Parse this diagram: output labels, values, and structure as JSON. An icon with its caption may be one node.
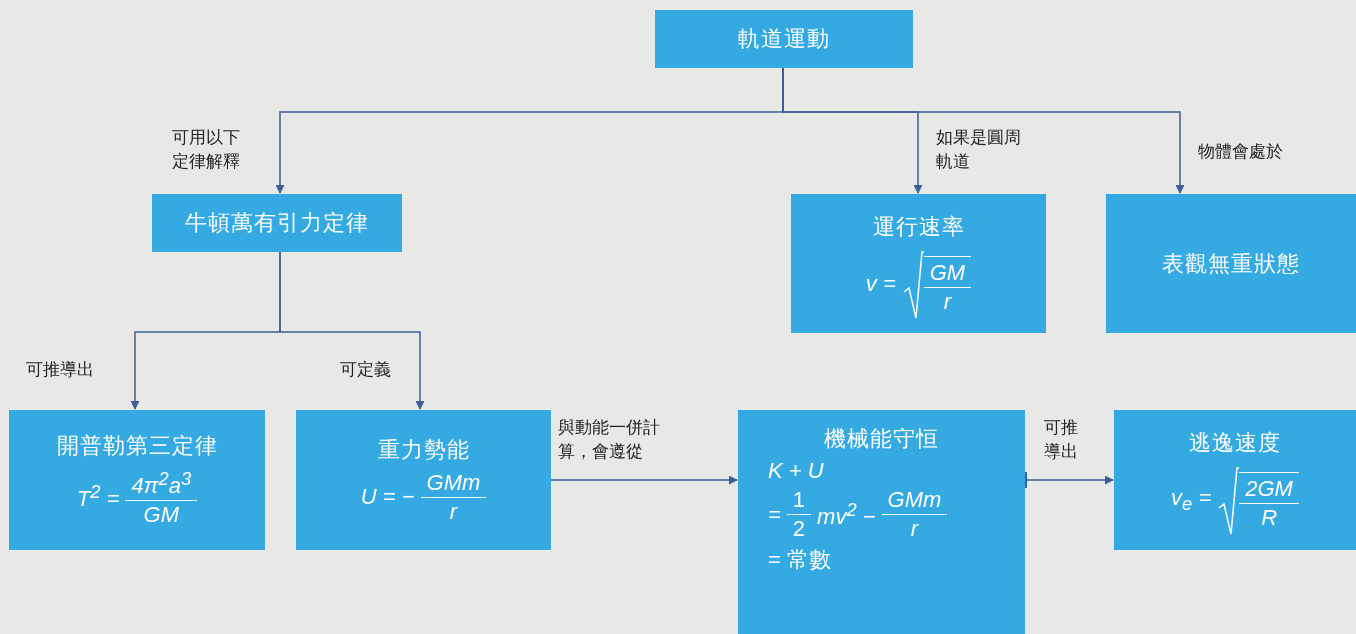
{
  "diagram": {
    "nodes": [
      {
        "text": [
          "軌道運動"
        ]
      },
      {
        "text": [
          "牛頓萬有引力定律"
        ]
      },
      {
        "text": [
          "運行速率",
          "v =",
          "GM",
          "r"
        ]
      },
      {
        "text": [
          "表觀無重狀態"
        ]
      },
      {
        "text": [
          "開普勒第三定律",
          "T$^{2}$ =",
          "4π$^{2}$a$^{3}$",
          "GM"
        ]
      },
      {
        "text": [
          "重力勢能",
          "U = −",
          "GMm",
          "r"
        ]
      },
      {
        "text": [
          "機械能守恒",
          "K + U",
          "=",
          "1",
          "2",
          "mv$^{2}$ −",
          "GMm",
          "r",
          "= 常數"
        ]
      },
      {
        "text": [
          "逃逸速度",
          "v$_{e}$ =",
          "2GM",
          "R"
        ]
      }
    ],
    "edges": [
      {
        "from": 0,
        "to": 1,
        "arrow": "to",
        "label": "可用以下定律解釋"
      },
      {
        "from": 0,
        "to": 2,
        "arrow": "to",
        "label": "如果是圓周軌道"
      },
      {
        "from": 0,
        "to": 3,
        "arrow": "to",
        "label": "物體會處於"
      },
      {
        "from": 1,
        "to": 4,
        "arrow": "to",
        "label": "可推導出"
      },
      {
        "from": 1,
        "to": 5,
        "arrow": "to",
        "label": "可定義"
      },
      {
        "from": 5,
        "to": 6,
        "arrow": "to",
        "label": "與動能一併計算，會遵從"
      },
      {
        "from": 6,
        "to": 7,
        "arrow": "to",
        "label": "可推導出"
      }
    ]
  }
}
